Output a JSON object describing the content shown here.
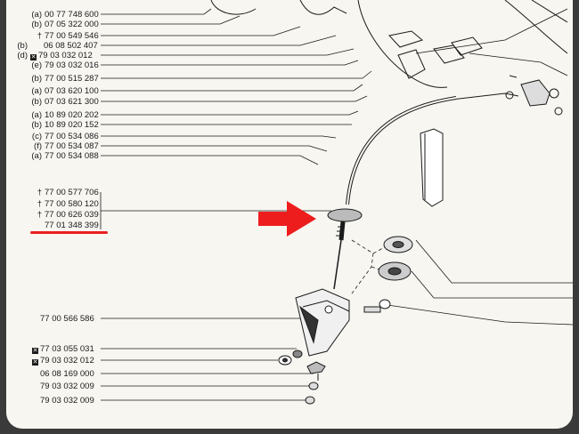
{
  "parts_top": [
    {
      "prefix": "(a)",
      "number": "00 77 748 600"
    },
    {
      "prefix": "(b)",
      "number": "07 05 322 000"
    },
    {
      "prefix": "†",
      "number": "77 00 549 546"
    },
    {
      "prefix": "(b)",
      "number": "06 08 502 407"
    },
    {
      "prefix": "(d)",
      "mark": "x-box",
      "number": "79 03 032 012"
    },
    {
      "prefix": "(e)",
      "number": "79 03 032 016"
    },
    {
      "prefix": "(b)",
      "number": "77 00 515 287"
    },
    {
      "prefix": "(a)",
      "number": "07 03 620 100"
    },
    {
      "prefix": "(b)",
      "number": "07 03 621 300"
    },
    {
      "prefix": "(a)",
      "number": "10 89 020 202"
    },
    {
      "prefix": "(b)",
      "number": "10 89 020 152"
    },
    {
      "prefix": "(c)",
      "number": "77 00 534 086"
    },
    {
      "prefix": "(f)",
      "number": "77 00 534 087"
    },
    {
      "prefix": "(a)",
      "number": "77 00 534 088"
    }
  ],
  "parts_cable": [
    {
      "prefix": "†",
      "number": "77 00 577 706"
    },
    {
      "prefix": "†",
      "number": "77 00 580 120"
    },
    {
      "prefix": "†",
      "number": "77 00 626 039"
    },
    {
      "prefix": "",
      "number": "77 01 348 399"
    }
  ],
  "parts_bottom": [
    {
      "prefix": "",
      "number": "77 00 566 586"
    },
    {
      "prefix": "",
      "mark": "x-box",
      "number": "77 03 055 031"
    },
    {
      "prefix": "",
      "mark": "x-box",
      "number": "79 03 032 012"
    },
    {
      "prefix": "",
      "number": "06 08 169 000"
    },
    {
      "prefix": "",
      "number": "79 03 032 009"
    },
    {
      "prefix": "",
      "number": "79 03 032 009"
    }
  ],
  "marks": {
    "x-box": "x-box-icon"
  },
  "colors": {
    "paper": "#f7f6f1",
    "ink": "#1a1a1a",
    "highlight": "#e8201e",
    "arrow": "#ee1d1d"
  }
}
